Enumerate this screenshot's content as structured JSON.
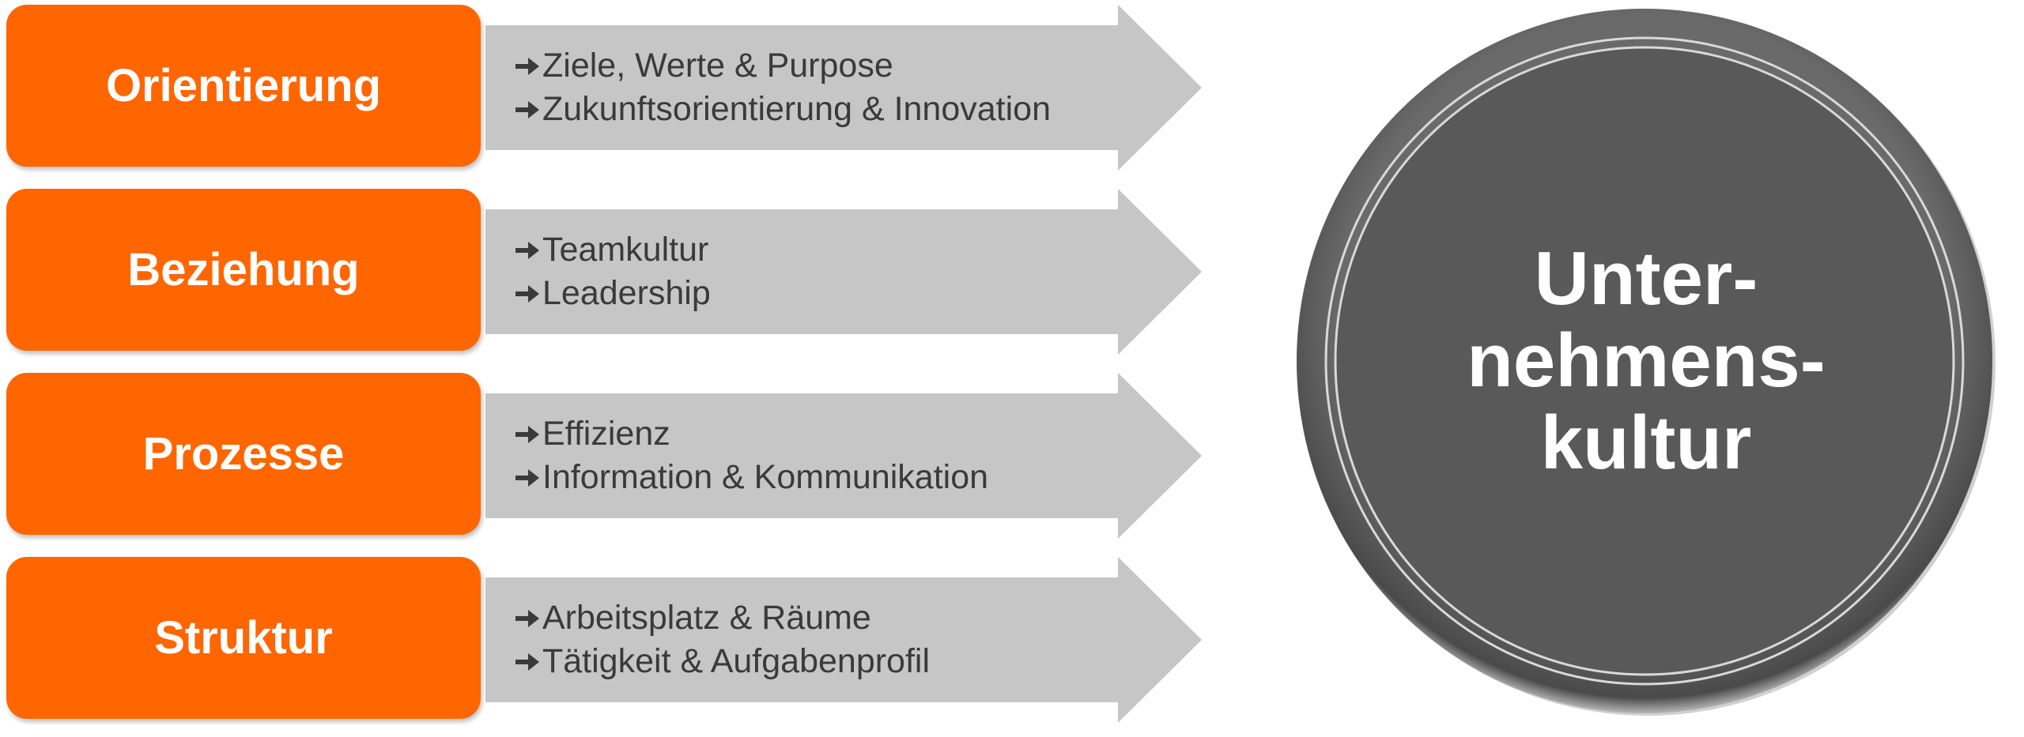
{
  "colors": {
    "pillar": "#ff6600",
    "arrow": "#c6c6c6",
    "arrow_text": "#3a3a3a",
    "circle": "#595959",
    "circle_rim": "#a9a9a9",
    "circle_text": "#ffffff"
  },
  "bullet_icon": "arrow-right-icon",
  "pillars": [
    {
      "label": "Orientierung",
      "items": [
        "Ziele, Werte & Purpose",
        "Zukunftsorientierung & Innovation"
      ]
    },
    {
      "label": "Beziehung",
      "items": [
        "Teamkultur",
        "Leadership"
      ]
    },
    {
      "label": "Prozesse",
      "items": [
        "Effizienz",
        "Information & Kommunikation"
      ]
    },
    {
      "label": "Struktur",
      "items": [
        "Arbeitsplatz & Räume",
        "Tätigkeit & Aufgabenprofil"
      ]
    }
  ],
  "center": {
    "lines": [
      "Unter-",
      "nehmens-",
      "kultur"
    ]
  }
}
